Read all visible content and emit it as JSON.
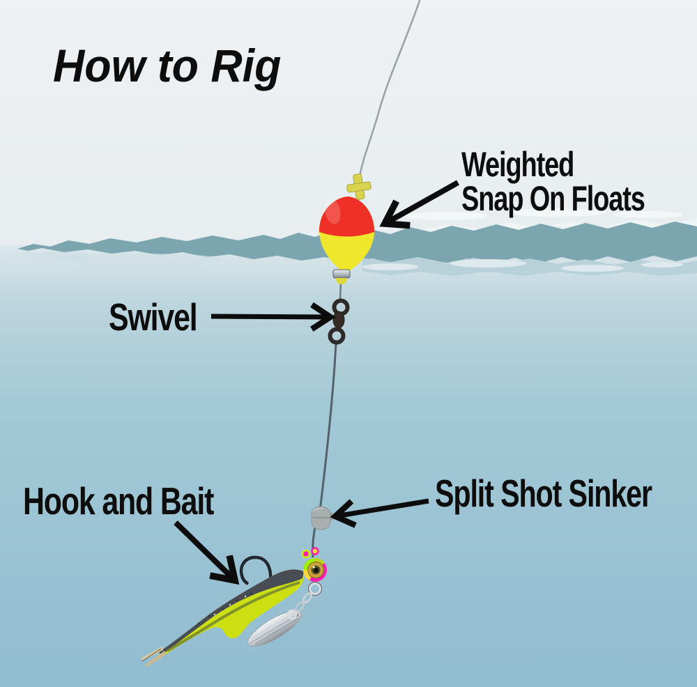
{
  "title": "How to Rig",
  "labels": {
    "float_line1": "Weighted",
    "float_line2": "Snap On Floats",
    "swivel": "Swivel",
    "hook_and_bait": "Hook and Bait",
    "split_shot_sinker": "Split Shot Sinker"
  },
  "text_color": "#0d0d0d",
  "scene": {
    "background": {
      "sky": "#edf0f2",
      "water_surface_band": "#7ba6af",
      "water_top": "#dce7eb",
      "water_deep": "#92bed2"
    },
    "components": [
      {
        "name": "fishing-line",
        "color": "#54616b"
      },
      {
        "name": "weighted-snap-on-float",
        "top_color": "#ee3027",
        "bottom_color": "#efe72b"
      },
      {
        "name": "barrel-swivel",
        "color": "#2e2a27"
      },
      {
        "name": "split-shot-sinker",
        "color": "#a9aeae"
      },
      {
        "name": "jig-head",
        "colors": [
          "#ff1fae",
          "#9ef000",
          "#ffd93b"
        ],
        "eye_color": "#caa33a"
      },
      {
        "name": "soft-plastic-bait-fish",
        "back_color": "#474c55",
        "belly_color": "#cbdf11"
      },
      {
        "name": "hook",
        "color": "#23282e"
      },
      {
        "name": "spinner-blade",
        "color": "#d6dade"
      }
    ]
  }
}
